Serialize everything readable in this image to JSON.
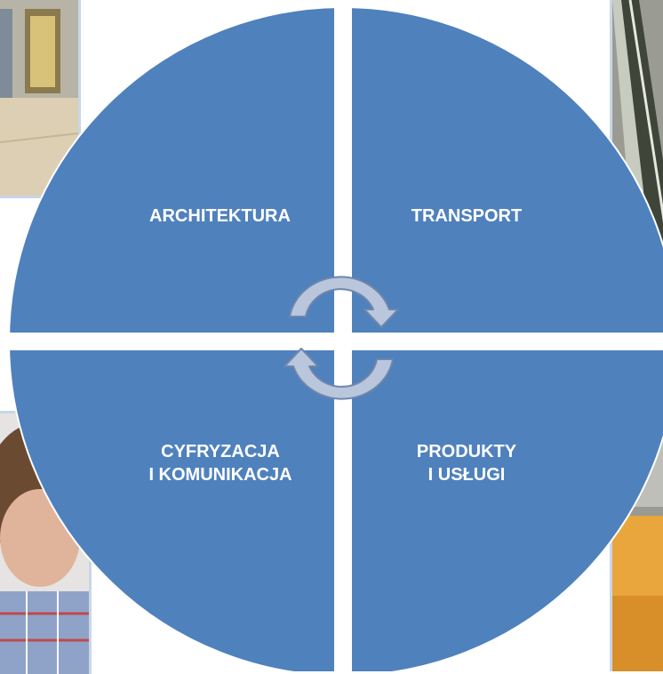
{
  "quadrants": {
    "top_left": {
      "line1": "ARCHITEKTURA"
    },
    "top_right": {
      "line1": "TRANSPORT"
    },
    "bottom_left": {
      "line1": "CYFRYZACJA",
      "line2": "I KOMUNIKACJA"
    },
    "bottom_right": {
      "line1": "PRODUKTY",
      "line2": "I USŁUGI"
    }
  },
  "colors": {
    "quadrant_fill": "#4f81bd",
    "separator": "#ffffff",
    "arrow_fill": "#b9c6db",
    "arrow_stroke": "#6f86ad",
    "photo_border": "#c9d6e8"
  },
  "icons": [
    "cycle-arrow-top-icon",
    "cycle-arrow-bottom-icon"
  ]
}
